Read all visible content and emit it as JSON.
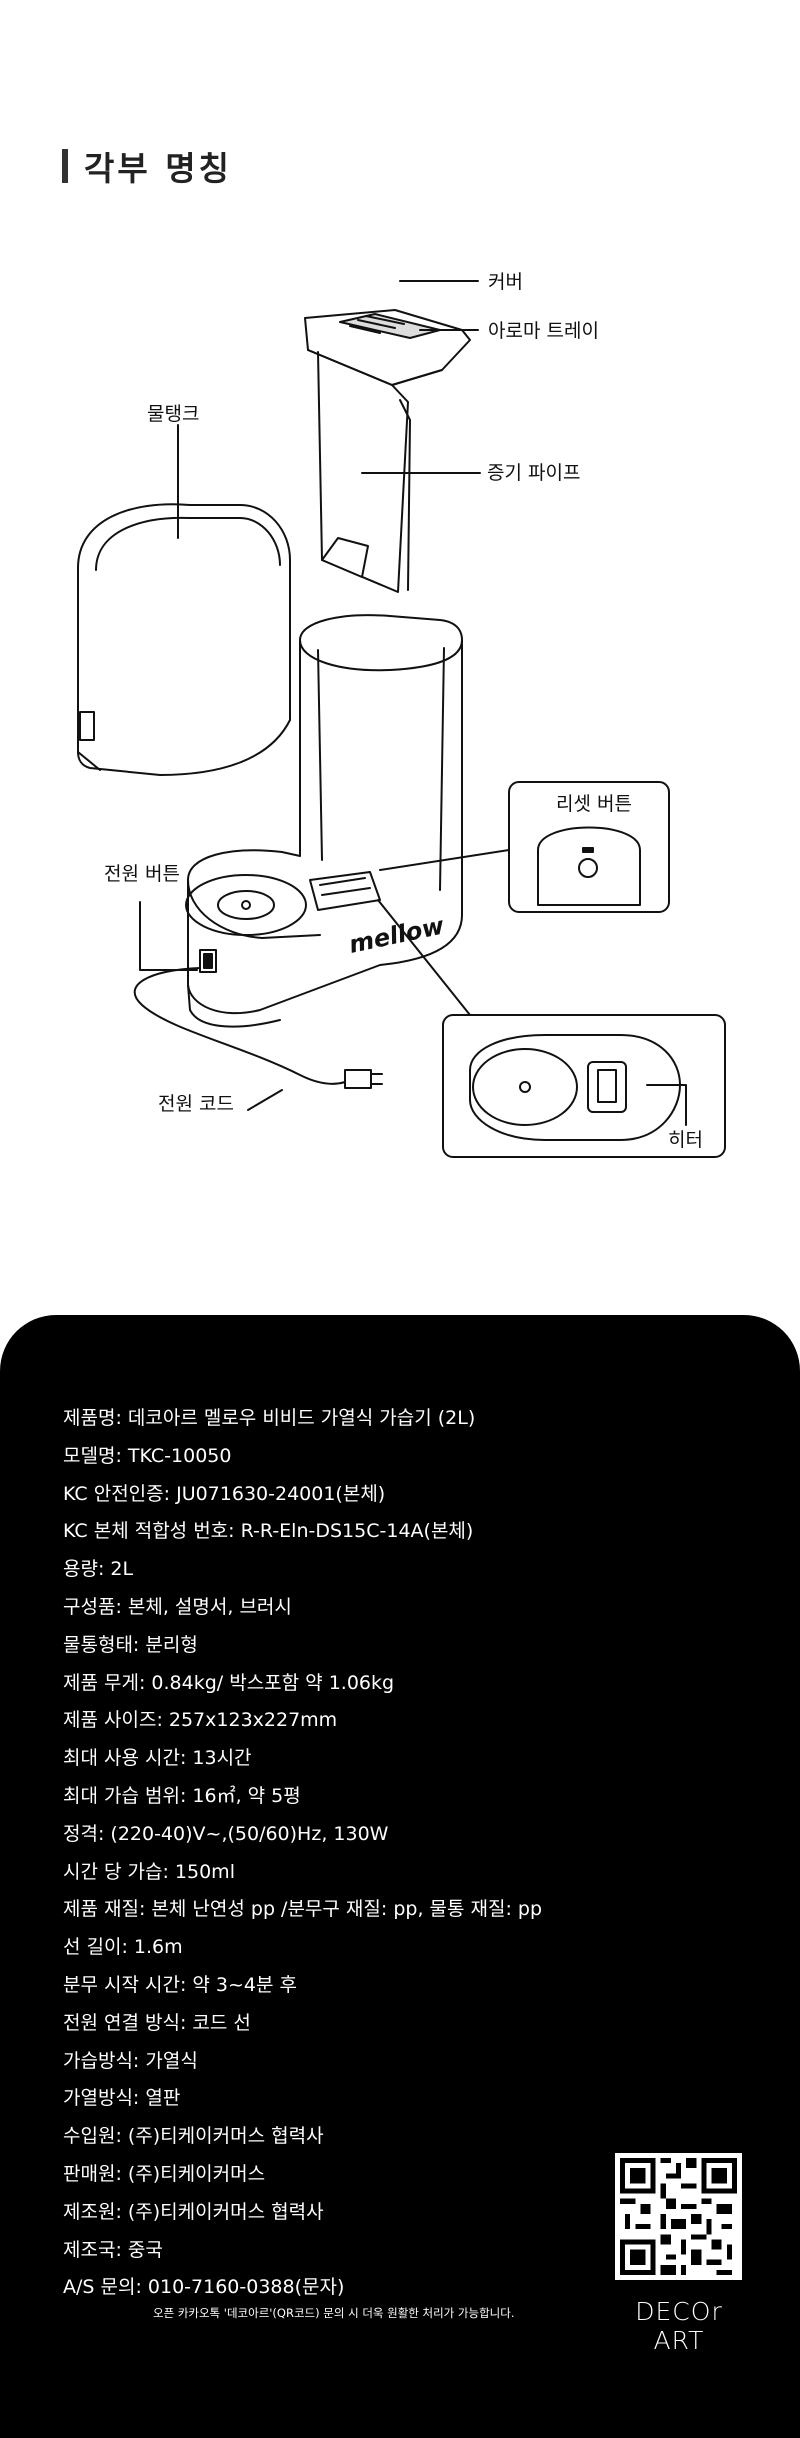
{
  "section": {
    "title": "각부 명칭"
  },
  "diagram": {
    "labels": {
      "cover": "커버",
      "aroma_tray": "아로마 트레이",
      "water_tank": "물탱크",
      "steam_pipe": "증기 파이프",
      "reset_button": "리셋 버튼",
      "power_button": "전원 버튼",
      "power_cord": "전원 코드",
      "heater": "히터"
    },
    "device_logo": "mellow"
  },
  "specs": [
    "제품명: 데코아르 멜로우 비비드 가열식 가습기 (2L)",
    "모델명: TKC-10050",
    "KC 안전인증: JU071630-24001(본체)",
    "KC 본체 적합성 번호: R-R-Eln-DS15C-14A(본체)",
    "용량: 2L",
    "구성품: 본체, 설명서, 브러시",
    "물통형태: 분리형",
    "제품 무게: 0.84kg/ 박스포함 약 1.06kg",
    "제품 사이즈: 257x123x227mm",
    "최대 사용 시간: 13시간",
    "최대 가습 범위: 16㎡, 약 5평",
    "정격: (220-40)V~,(50/60)Hz, 130W",
    "시간 당 가습: 150ml",
    "제품 재질: 본체 난연성 pp /분무구 재질: pp, 물통 재질: pp",
    "선 길이: 1.6m",
    "분무 시작 시간: 약 3~4분 후",
    "전원 연결 방식: 코드 선",
    "가습방식: 가열식",
    "가열방식: 열판",
    "수입원: (주)티케이커머스 협력사",
    "판매원: (주)티케이커머스",
    "제조원: (주)티케이커머스 협력사",
    "제조국: 중국",
    "A/S 문의: 010-7160-0388(문자)"
  ],
  "footnote": "오픈 카카오톡 '데코아르'(QR코드) 문의 시 더욱 원활한 처리가 가능합니다.",
  "brand": "DECOr ART",
  "colors": {
    "background": "#ffffff",
    "spec_background": "#000000",
    "line": "#111111"
  }
}
